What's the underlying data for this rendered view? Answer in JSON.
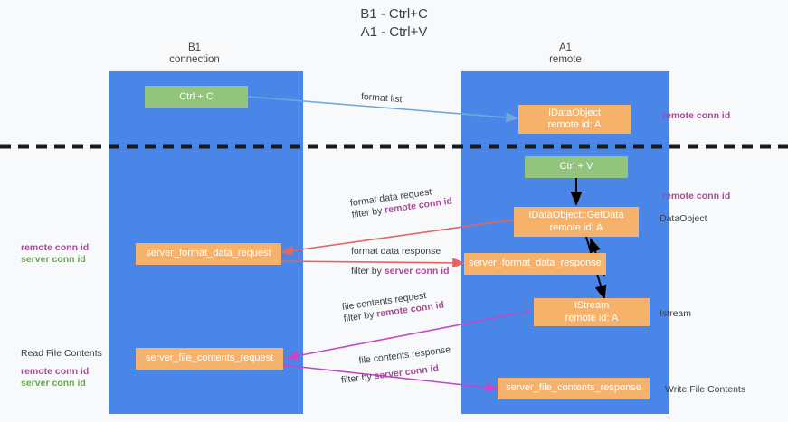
{
  "title": "B1 - Ctrl+C\nA1 - Ctrl+V",
  "lanes": [
    {
      "id": "b1",
      "title": "B1\nconnection"
    },
    {
      "id": "a1",
      "title": "A1\nremote"
    }
  ],
  "boxes": {
    "ctrl_c": {
      "line1": "Ctrl + C",
      "line2": ""
    },
    "idataobject": {
      "line1": "IDataObject",
      "line2": "remote id: A"
    },
    "ctrl_v": {
      "line1": "Ctrl + V",
      "line2": ""
    },
    "getdata": {
      "line1": "IDataObject::GetData",
      "line2": "remote id: A"
    },
    "fmt_req": {
      "line1": "server_format_data_request",
      "line2": ""
    },
    "fmt_resp": {
      "line1": "server_format_data_response",
      "line2": ""
    },
    "istream": {
      "line1": "IStream",
      "line2": "remote id: A"
    },
    "file_req": {
      "line1": "server_file_contents_request",
      "line2": ""
    },
    "file_resp": {
      "line1": "server_file_contents_response",
      "line2": ""
    }
  },
  "arrow_labels": {
    "format_list": {
      "line1": "format list",
      "line2": "",
      "highlight2": ""
    },
    "fmt_request": {
      "line1": "format data request",
      "line2": "filter by ",
      "highlight2": "remote conn id"
    },
    "fmt_response": {
      "line1": "format data response",
      "line2": "filter by ",
      "highlight2": "server conn id"
    },
    "file_request": {
      "line1": "file contents request",
      "line2": "filter by ",
      "highlight2": "remote conn id"
    },
    "file_response": {
      "line1": "file contents response",
      "line2": "filter by ",
      "highlight2": "server conn id"
    }
  },
  "side_labels": {
    "remote_conn_top": {
      "text": "remote conn id"
    },
    "remote_conn_mid": {
      "text": "remote conn id"
    },
    "left_mid": {
      "line1": "remote conn id",
      "line2": "server conn id"
    },
    "left_bottom": {
      "line0": "Read File Contents",
      "line1": "remote conn id",
      "line2": "server conn id"
    }
  },
  "annotations": {
    "dataobject": "DataObject",
    "istream": "Istream",
    "write_file_contents": "Write File Contents"
  },
  "colors": {
    "lane": "#4a86e8",
    "green_box": "#93c47d",
    "orange_box": "#f6b26b",
    "purple_text": "#a64d9a",
    "green_text": "#6aa84f",
    "arrow_blue": "#6fa8dc",
    "arrow_red": "#e06666",
    "arrow_magenta": "#c348c3",
    "arrow_black": "#000000",
    "divider": "#1a1a1a",
    "background": "#f8f9fa"
  }
}
